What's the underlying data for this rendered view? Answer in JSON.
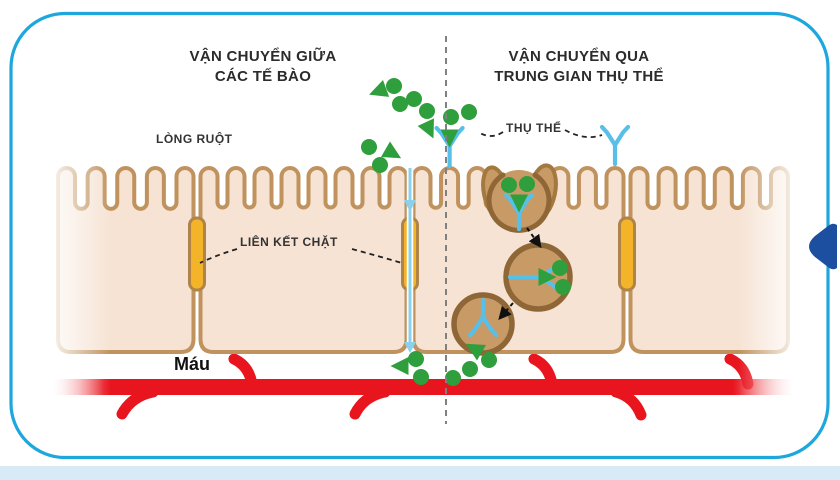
{
  "diagram": {
    "section_left": {
      "title_line1": "VẬN CHUYỂN GIỮA",
      "title_line2": "CÁC TẾ BÀO"
    },
    "section_right": {
      "title_line1": "VẬN CHUYỂN QUA",
      "title_line2": "TRUNG GIAN THỤ THỂ"
    },
    "labels": {
      "lumen": "LÒNG RUỘT",
      "tight_junction": "LIÊN KẾT CHẶT",
      "receptor": "THỤ THỂ",
      "blood": "Máu"
    },
    "colors": {
      "frame_blue": "#1ea7dd",
      "cell_fill": "#f6e3d4",
      "membrane_tan": "#c0925d",
      "tight_junction_yellow": "#f4b42a",
      "molecule_green": "#2f9e3c",
      "receptor_blue": "#58c0e8",
      "arrow_blue": "#8ad1ee",
      "vessel_red": "#e8141e",
      "vesicle_fill": "#c89a66",
      "vesicle_ring": "#8f6636",
      "chevron_navy": "#1c4f9f",
      "footer_strip": "#d8eaf5"
    }
  }
}
